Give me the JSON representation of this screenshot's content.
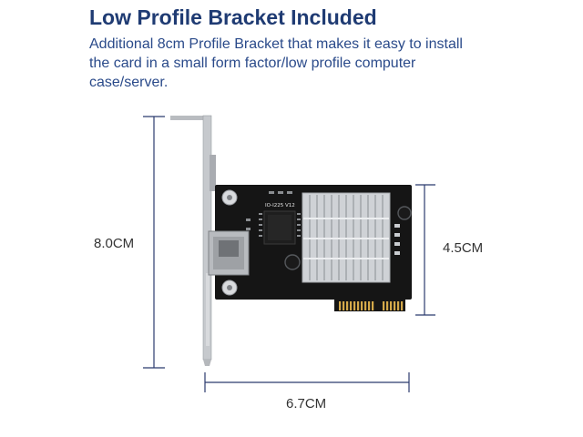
{
  "header": {
    "title": "Low Profile Bracket Included",
    "description_lines": [
      "Additional 8cm Profile Bracket that makes it easy to install",
      "the card in a small form factor/low profile computer",
      "case/server."
    ]
  },
  "dimensions": {
    "bracket_height": "8.0CM",
    "card_height": "4.5CM",
    "card_width": "6.7CM"
  },
  "pcb_label": "IO-I225 V12",
  "colors": {
    "title": "#1f3b73",
    "description": "#2a4a8a",
    "dimension_line": "#2b3b6e",
    "pcb": "#151515",
    "heatsink": "#cfd2d6",
    "gold_contacts": "#d4a94a"
  }
}
